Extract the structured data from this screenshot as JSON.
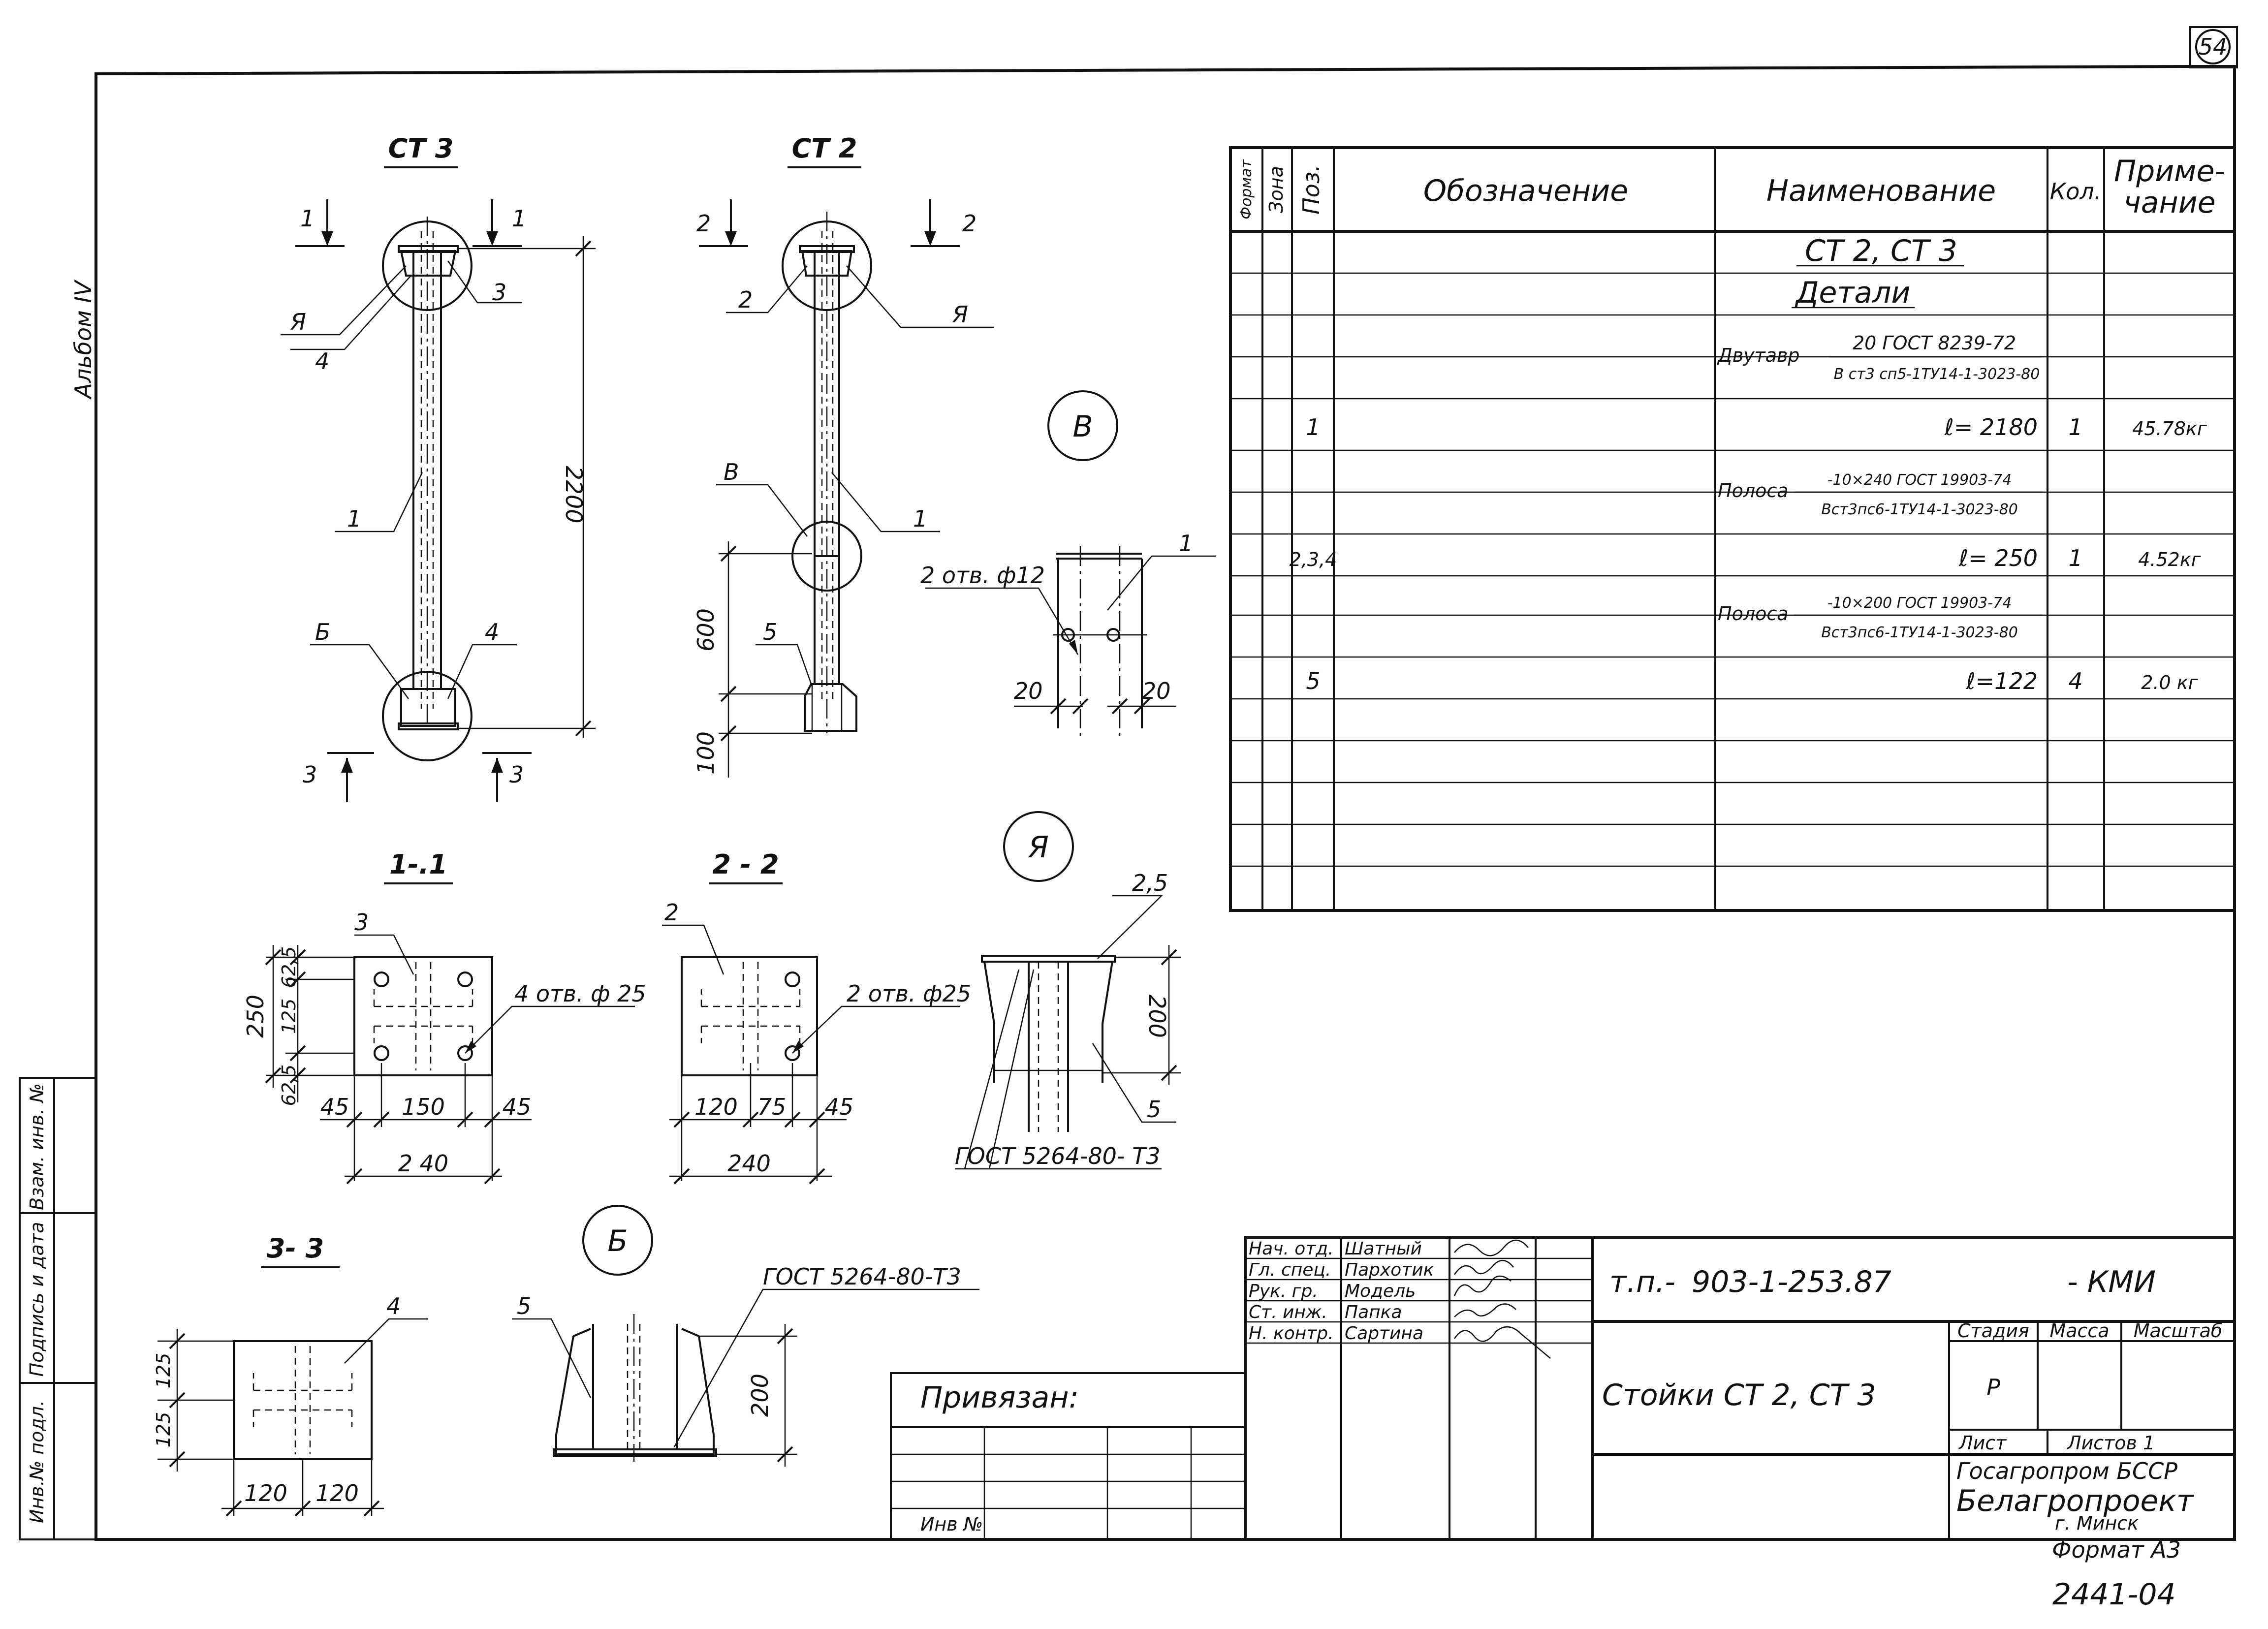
{
  "sheet": {
    "number": "54",
    "album": "Альбом IV",
    "bottom_note": "2441-04"
  },
  "left_strip": {
    "cells": [
      "Инв.№ подл.",
      "Подпись и дата",
      "Взам. инв. №"
    ]
  },
  "elevations": {
    "st3": {
      "title": "СТ 3",
      "marks": {
        "cut1": "1",
        "cut3": "3",
        "ya": "Я",
        "b": "Б",
        "p4": "4",
        "p3": "3",
        "p1": "1"
      },
      "dims": {
        "height": "2200"
      }
    },
    "st2": {
      "title": "СТ 2",
      "marks": {
        "cut2": "2",
        "p2": "2",
        "ya": "Я",
        "v": "В",
        "p1": "1",
        "p5": "5"
      },
      "dims": {
        "h600": "600",
        "h100": "100"
      }
    }
  },
  "detail_v": {
    "circle": "В",
    "holes": "2 отв. ф12",
    "part": "1",
    "dim_left": "20",
    "dim_right": "20"
  },
  "section_11": {
    "title": "1-.1",
    "part": "3",
    "holes": "4 отв. ф 25",
    "dims": {
      "d62a": "62,5",
      "d125": "125",
      "d62b": "62,5",
      "d250": "250",
      "d45a": "45",
      "d150": "150",
      "d45b": "45",
      "d240": "2 40"
    }
  },
  "section_22": {
    "title": "2 - 2",
    "part": "2",
    "holes": "2 отв. ф25",
    "dims": {
      "d120": "120",
      "d75": "75",
      "d45": "45",
      "d240": "240"
    }
  },
  "detail_ya": {
    "circle": "Я",
    "parts25": "2,5",
    "part5": "5",
    "dim200": "200",
    "gost": "ГОСТ 5264-80- Т3"
  },
  "section_33": {
    "title": "3- 3",
    "part": "4",
    "dims": {
      "d125a": "125",
      "d125b": "125",
      "d120a": "120",
      "d120b": "120"
    }
  },
  "detail_b": {
    "circle": "Б",
    "part5": "5",
    "gost": "ГОСТ 5264-80-Т3",
    "dim200": "200"
  },
  "spec": {
    "headers": {
      "format": "Формат",
      "zone": "Зона",
      "pos": "Поз.",
      "designation": "Обозначение",
      "name": "Наименование",
      "qty": "Кол.",
      "note_l1": "Приме-",
      "note_l2": "чание"
    },
    "title_row": "СТ 2, СТ 3",
    "details_row": "Детали",
    "rows": [
      {
        "name_prefix": "Двутавр",
        "frac_top": "20 ГОСТ 8239-72",
        "frac_bot": "В ст3 сп5-1ТУ14-1-3023-80"
      },
      {
        "pos": "1",
        "name": "ℓ= 2180",
        "qty": "1",
        "note": "45.78кг"
      },
      {
        "name_prefix": "Полоса",
        "frac_top": "-10×240 ГОСТ 19903-74",
        "frac_bot": "Вст3пс6-1ТУ14-1-3023-80"
      },
      {
        "pos": "2,3,4",
        "name": "ℓ= 250",
        "qty": "1",
        "note": "4.52кг"
      },
      {
        "name_prefix": "Полоса",
        "frac_top": "-10×200 ГОСТ 19903-74",
        "frac_bot": "Вст3пс6-1ТУ14-1-3023-80"
      },
      {
        "pos": "5",
        "name": "ℓ=122",
        "qty": "4",
        "note": "2.0 кг"
      }
    ]
  },
  "privyazan": {
    "label": "Привязан:",
    "inv": "Инв №"
  },
  "title_block": {
    "roles": [
      {
        "role": "Нач. отд.",
        "name": "Шатный"
      },
      {
        "role": "Гл. спец.",
        "name": "Пархотик"
      },
      {
        "role": "Рук. гр.",
        "name": "Модель"
      },
      {
        "role": "Ст. инж.",
        "name": "Папка"
      },
      {
        "role": "Н. контр.",
        "name": "Сартина"
      }
    ],
    "code_prefix": "т.п.-",
    "code": "903-1-253.87",
    "code_suffix": "- КМИ",
    "drawing_title": "Стойки СТ 2, СТ 3",
    "stage_label": "Стадия",
    "mass_label": "Масса",
    "scale_label": "Масштаб",
    "stage": "Р",
    "sheet_label": "Лист",
    "sheets_label": "Листов 1",
    "org1": "Госагропром БССР",
    "org2": "Белагропроект",
    "city": "г. Минск"
  },
  "format": "Формат А3"
}
